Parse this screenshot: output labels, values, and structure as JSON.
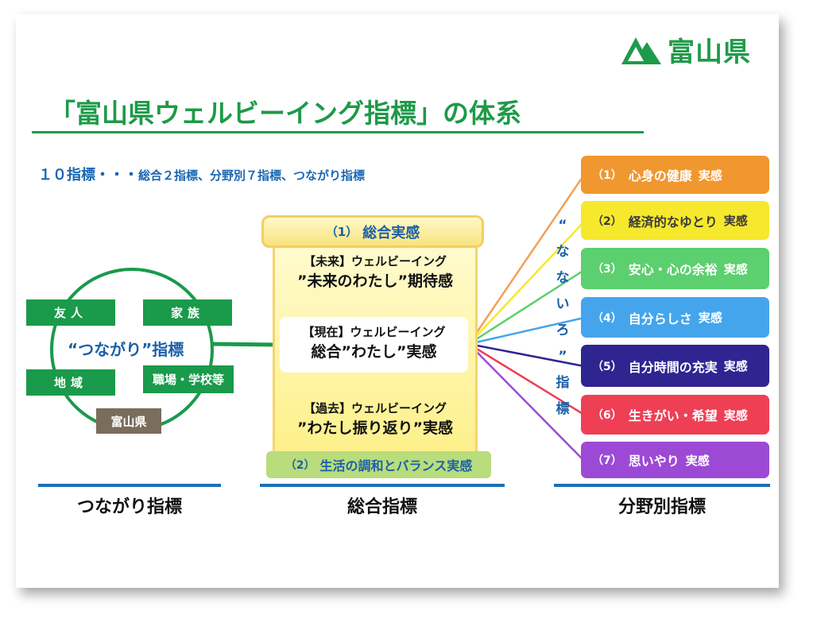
{
  "logo": {
    "text": "富山県"
  },
  "title": "「富山県ウェルビーイング指標」の体系",
  "subtitle": {
    "main": "１０指標・・・",
    "detail": "総合２指標、分野別７指標、つながり指標"
  },
  "connection": {
    "circle_label": "“つながり”指標",
    "boxes": [
      "友人",
      "家族",
      "地域",
      "職場・学校等"
    ],
    "prefecture_box": "富山県"
  },
  "overall": {
    "top": {
      "num": "（1）",
      "label": "総合実感"
    },
    "future": {
      "line1": "【未来】ウェルビーイング",
      "line2": "”未来のわたし”期待感"
    },
    "present": {
      "line1": "【現在】ウェルビーイング",
      "line2": "総合”わたし”実感"
    },
    "past": {
      "line1": "【過去】ウェルビーイング",
      "line2": "”わたし振り返り”実感"
    },
    "bottom": {
      "num": "（2）",
      "label": "生活の調和とバランス実感"
    }
  },
  "vertical_text": [
    "“",
    "な",
    "な",
    "い",
    "ろ",
    "”",
    "指",
    "標"
  ],
  "fields": [
    {
      "num": "（1）",
      "label": "心身の健康",
      "suffix": "実感",
      "color": "#f1972f",
      "text_color": "#ffffff"
    },
    {
      "num": "（2）",
      "label": "経済的なゆとり",
      "suffix": "実感",
      "color": "#f6e82c",
      "text_color": "#3a3a3a"
    },
    {
      "num": "（3）",
      "label": "安心・心の余裕",
      "suffix": "実感",
      "color": "#5ccf6e",
      "text_color": "#ffffff"
    },
    {
      "num": "（4）",
      "label": "自分らしさ",
      "suffix": "実感",
      "color": "#45a5ec",
      "text_color": "#ffffff"
    },
    {
      "num": "（5）",
      "label": "自分時間の充実",
      "suffix": "実感",
      "color": "#2e2591",
      "text_color": "#ffffff"
    },
    {
      "num": "（6）",
      "label": "生きがい・希望",
      "suffix": "実感",
      "color": "#ee3f55",
      "text_color": "#ffffff"
    },
    {
      "num": "（7）",
      "label": "思いやり",
      "suffix": "実感",
      "color": "#9c4ad6",
      "text_color": "#ffffff"
    }
  ],
  "sections": [
    "つながり指標",
    "総合指標",
    "分野別指標"
  ]
}
